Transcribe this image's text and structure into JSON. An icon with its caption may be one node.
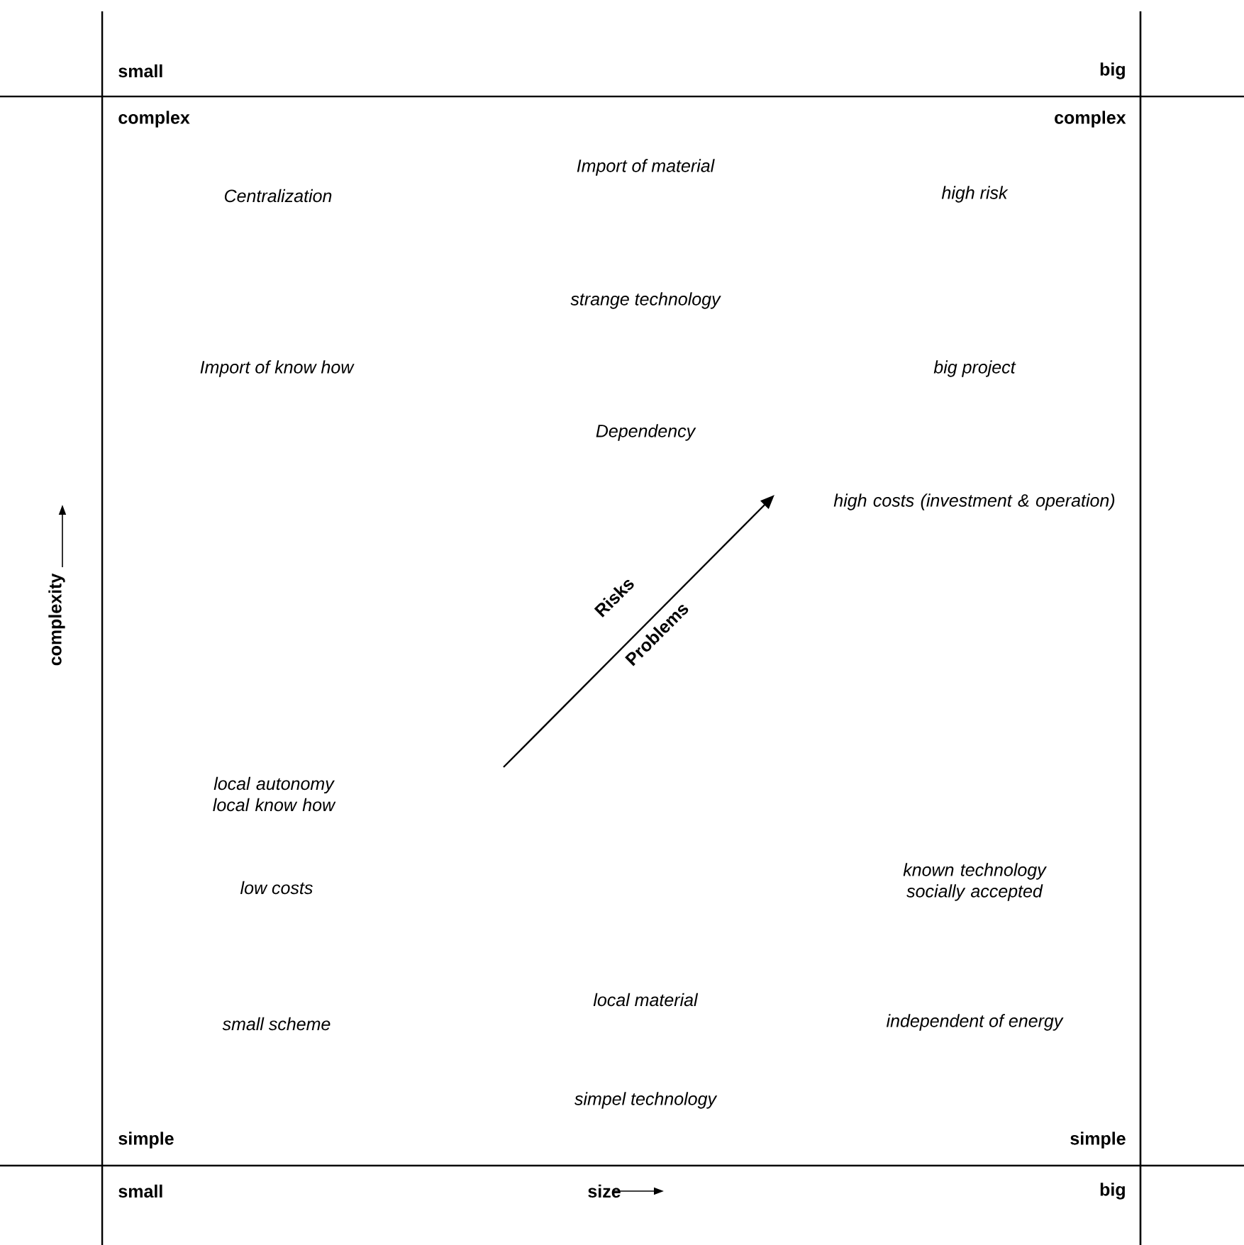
{
  "diagram": {
    "labels": [
      "small",
      "big",
      "complex",
      "complex",
      "Import of material",
      "Centralization",
      "high risk",
      "strange technology",
      "Import of know how",
      "big project",
      "Dependency",
      "high costs (investment & operation)",
      "Risks",
      "Problems",
      "complexity",
      "local autonomy local know how",
      "known technology socially accepted",
      "low costs",
      "local material",
      "small scheme",
      "independent of energy",
      "simpel technology",
      "simple",
      "simple",
      "small",
      "size",
      "big"
    ]
  }
}
